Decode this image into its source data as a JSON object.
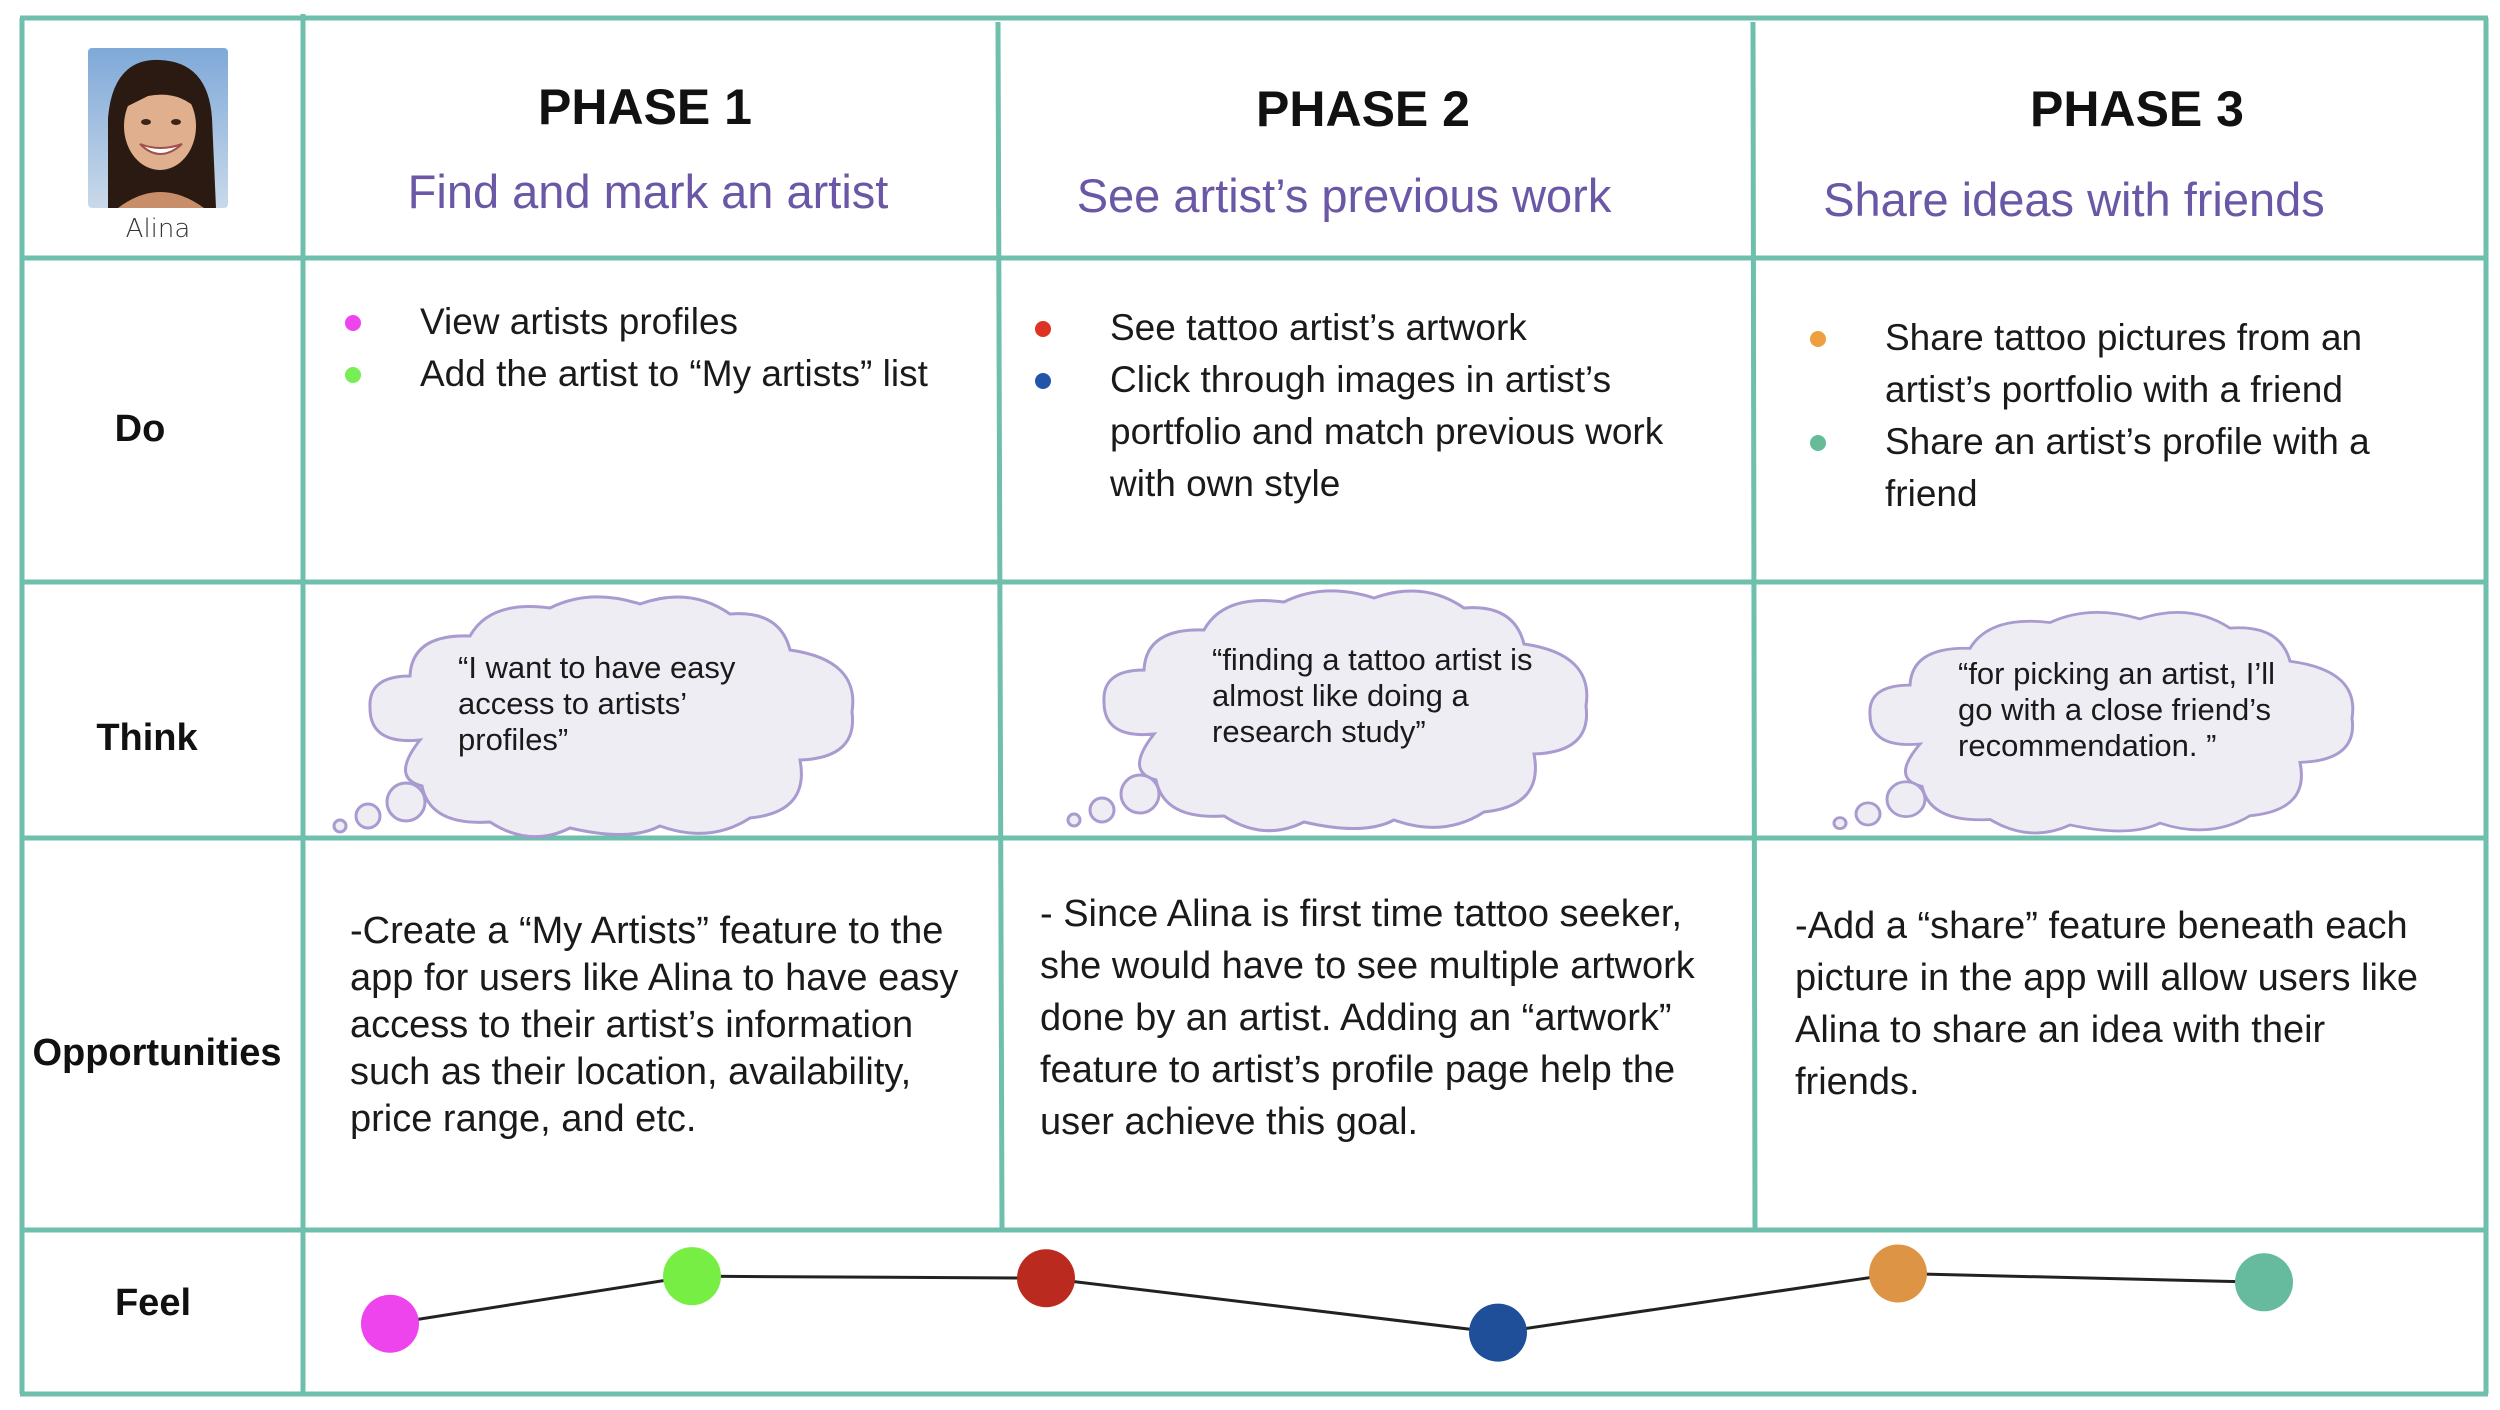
{
  "persona": {
    "name": "Alina"
  },
  "phases": [
    {
      "title": "PHASE 1",
      "subtitle": "Find and mark an artist"
    },
    {
      "title": "PHASE 2",
      "subtitle": "See artist’s previous work"
    },
    {
      "title": "PHASE 3",
      "subtitle": "Share ideas with friends"
    }
  ],
  "rows": {
    "do": "Do",
    "think": "Think",
    "opportunities": "Opportunities",
    "feel": "Feel"
  },
  "do_items": [
    [
      {
        "text": "View artists profiles",
        "color": "#ee44ee"
      },
      {
        "text": "Add the artist to “My artists” list",
        "color": "#77ee55"
      }
    ],
    [
      {
        "text": "See tattoo artist’s artwork",
        "color": "#dd3322"
      },
      {
        "text": "Click through images in artist’s portfolio and match previous work with own style",
        "color": "#2255aa"
      }
    ],
    [
      {
        "text": "Share tattoo pictures from an artist’s portfolio with a friend",
        "color": "#eea040"
      },
      {
        "text": "Share an artist’s profile with a friend",
        "color": "#66bb99"
      }
    ]
  ],
  "think": [
    "“I want to have easy access to artists’ profiles”",
    "“finding a tattoo artist is almost like doing a research study”",
    "“for picking an artist, I’ll go with a close friend’s recommendation. ”"
  ],
  "opportunities": [
    "-Create a “My Artists” feature to the app for users like Alina to have easy access to their artist’s information such as their location, availability, price range, and etc.",
    "- Since Alina is first time tattoo seeker, she would have to see multiple artwork done by an artist. Adding an “artwork” feature to artist’s profile page help the user achieve this goal.",
    "-Add a “share” feature beneath each picture in the app will allow users like Alina to share an idea with their friends."
  ],
  "feel_points": [
    {
      "color": "#ee44ee",
      "level": 0.18
    },
    {
      "color": "#77ee44",
      "level": 0.88
    },
    {
      "color": "#bb2a1e",
      "level": 0.85
    },
    {
      "color": "#1f4f99",
      "level": 0.05
    },
    {
      "color": "#dd9444",
      "level": 0.92
    },
    {
      "color": "#66bb9e",
      "level": 0.79
    }
  ]
}
